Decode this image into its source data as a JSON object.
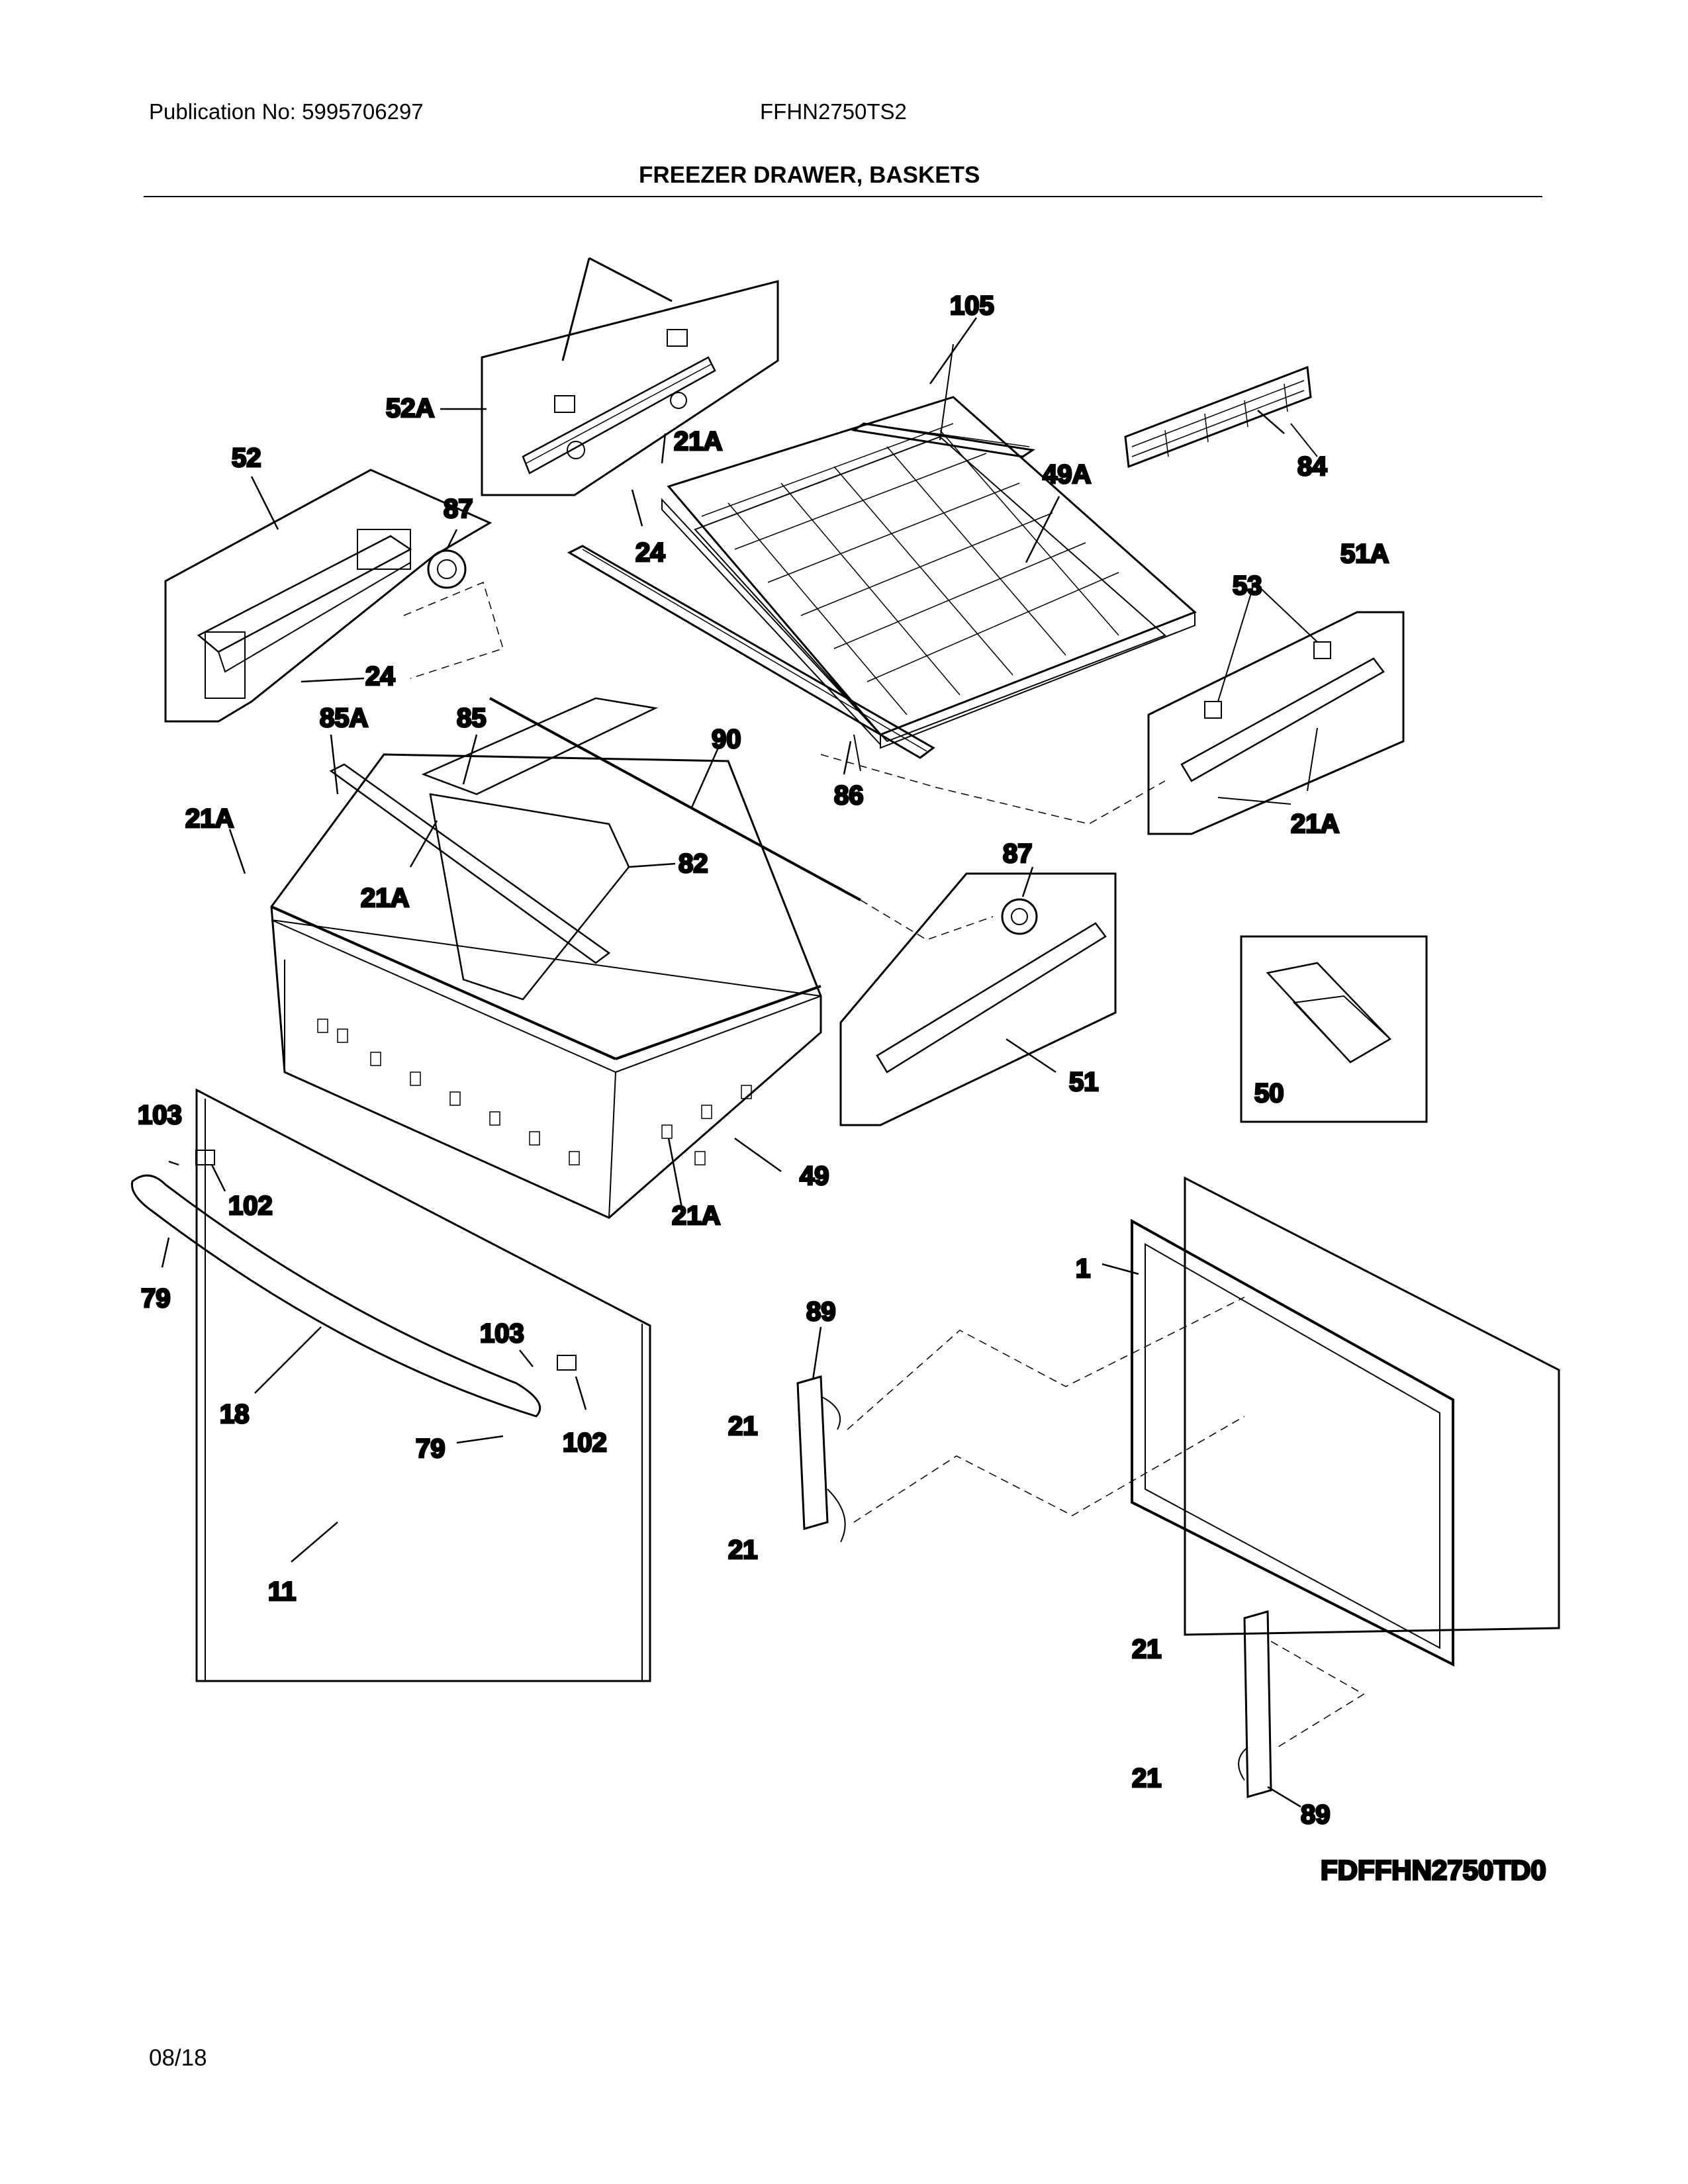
{
  "header": {
    "publication": "Publication No: 5995706297",
    "model": "FFHN2750TS2",
    "title": "FREEZER DRAWER, BASKETS"
  },
  "callouts": [
    "105",
    "52A",
    "21A",
    "52",
    "87",
    "49A",
    "84",
    "24",
    "51A",
    "53",
    "85A",
    "85",
    "90",
    "86",
    "82",
    "87",
    "50",
    "51",
    "49",
    "103",
    "102",
    "79",
    "18",
    "11",
    "1",
    "89",
    "21",
    "89",
    "FDFFHN2750TD0"
  ],
  "labels": {
    "l105": "105",
    "l52A": "52A",
    "l21A_a": "21A",
    "l52": "52",
    "l87_a": "87",
    "l49A": "49A",
    "l84": "84",
    "l24_a": "24",
    "l24_b": "24",
    "l51A": "51A",
    "l53": "53",
    "l85A": "85A",
    "l85": "85",
    "l90": "90",
    "l86": "86",
    "l21A_b": "21A",
    "l21A_c": "21A",
    "l21A_d": "21A",
    "l82": "82",
    "l87_b": "87",
    "l50": "50",
    "l51": "51",
    "l49": "49",
    "l21A_e": "21A",
    "l103_a": "103",
    "l102_a": "102",
    "l79_a": "79",
    "l103_b": "103",
    "l18": "18",
    "l79_b": "79",
    "l102_b": "102",
    "l11": "11",
    "l1": "1",
    "l89_a": "89",
    "l21_a": "21",
    "l21_b": "21",
    "l21_c": "21",
    "l21_d": "21",
    "l89_b": "89"
  },
  "diagram_code": "FDFFHN2750TD0",
  "footer": {
    "date": "08/18"
  }
}
